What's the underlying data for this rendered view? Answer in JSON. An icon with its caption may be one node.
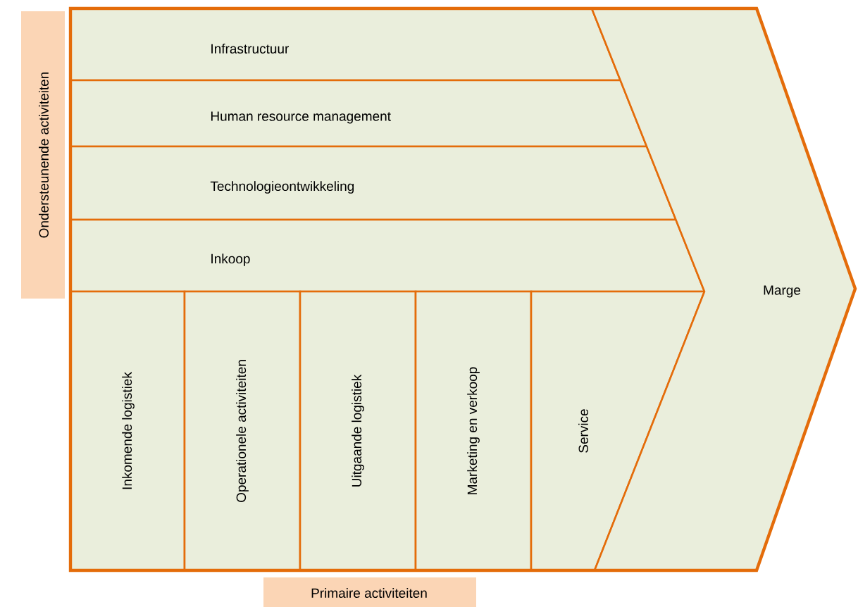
{
  "diagram": {
    "nodes": [
      {
        "text": [
          "Ondersteunende activiteiten"
        ]
      },
      {
        "text": [
          "Infrastructuur"
        ]
      },
      {
        "text": [
          "Human resource management"
        ]
      },
      {
        "text": [
          "Technologieontwikkeling"
        ]
      },
      {
        "text": [
          "Inkoop"
        ]
      },
      {
        "text": [
          "Inkomende logistiek"
        ]
      },
      {
        "text": [
          "Operationele activiteiten"
        ]
      },
      {
        "text": [
          "Uitgaande logistiek"
        ]
      },
      {
        "text": [
          "Marketing en verkoop"
        ]
      },
      {
        "text": [
          "Service"
        ]
      },
      {
        "text": [
          "Marge"
        ]
      },
      {
        "text": [
          "Primaire activiteiten"
        ]
      }
    ]
  }
}
